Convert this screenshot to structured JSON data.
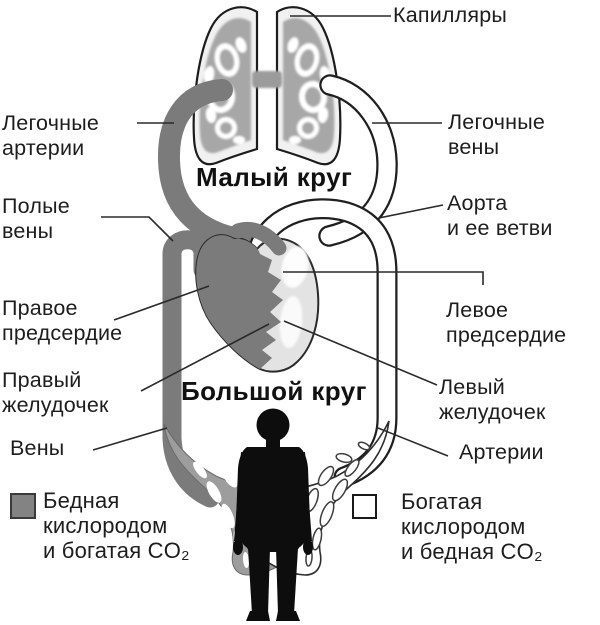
{
  "diagram": {
    "labels": {
      "capillaries": "Капилляры",
      "pulmonary_arteries": "Легочные\nартерии",
      "pulmonary_veins": "Легочные\nвены",
      "vena_cava": "Полые\nвены",
      "aorta": "Аорта\nи ее ветви",
      "right_atrium": "Правое\nпредсердие",
      "left_atrium": "Левое\nпредсердие",
      "right_ventricle": "Правый\nжелудочек",
      "left_ventricle": "Левый\nжелудочек",
      "veins": "Вены",
      "arteries": "Артерии",
      "pulmonary_circuit": "Малый круг",
      "systemic_circuit": "Большой круг"
    },
    "legend": [
      {
        "swatch_color": "#838383",
        "label": "Бедная\nкислородом\nи богатая CO₂"
      },
      {
        "swatch_color": "#ffffff",
        "label": "Богатая\nкислородом\nи бедная CO₂"
      }
    ],
    "colors": {
      "deoxygenated_blood": "#7b7b7b",
      "oxygenated_blood": "#ffffff",
      "outline": "#1f1f1f",
      "text": "#1d1d1d"
    }
  }
}
